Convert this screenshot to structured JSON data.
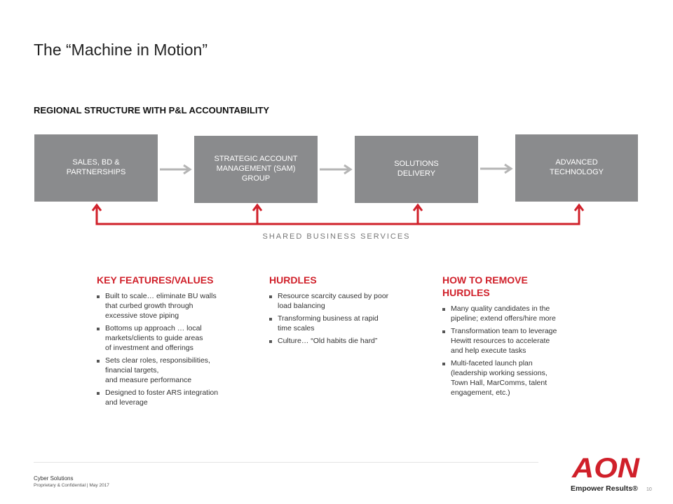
{
  "title": "The “Machine in Motion”",
  "subtitle": "REGIONAL STRUCTURE WITH P&L ACCOUNTABILITY",
  "boxes": [
    "SALES, BD &\nPARTNERSHIPS",
    "STRATEGIC ACCOUNT\nMANAGEMENT (SAM)\nGROUP",
    "SOLUTIONS\nDELIVERY",
    "ADVANCED\nTECHNOLOGY"
  ],
  "shared_services": "SHARED BUSINESS SERVICES",
  "columns": [
    {
      "heading": "KEY FEATURES/VALUES",
      "items": [
        "Built to scale… eliminate BU walls\nthat curbed growth through\nexcessive stove piping",
        "Bottoms up approach …  local\nmarkets/clients to guide areas\nof investment and offerings",
        "Sets clear roles, responsibilities,\nfinancial targets,\nand measure performance",
        "Designed to foster ARS integration\nand leverage"
      ]
    },
    {
      "heading": "HURDLES",
      "items": [
        "Resource scarcity caused by poor\nload balancing",
        "Transforming business at rapid\ntime scales",
        "Culture… “Old habits die hard”"
      ]
    },
    {
      "heading": "HOW TO REMOVE\nHURDLES",
      "items": [
        "Many quality candidates in the\npipeline; extend offers/hire more",
        "Transformation team to leverage\nHewitt resources to accelerate\nand help execute tasks",
        "Multi-faceted launch plan\n(leadership working sessions,\nTown Hall, MarComms, talent\nengagement, etc.)"
      ]
    }
  ],
  "footer": {
    "company": "Cyber Solutions",
    "confidential": "Proprietary & Confidential | May 2017",
    "logo_text": "AON",
    "tagline": "Empower Results®",
    "page": "10"
  },
  "colors": {
    "accent": "#d0202a",
    "box": "#8a8b8d",
    "arrow_gray": "#b5b5b5"
  }
}
